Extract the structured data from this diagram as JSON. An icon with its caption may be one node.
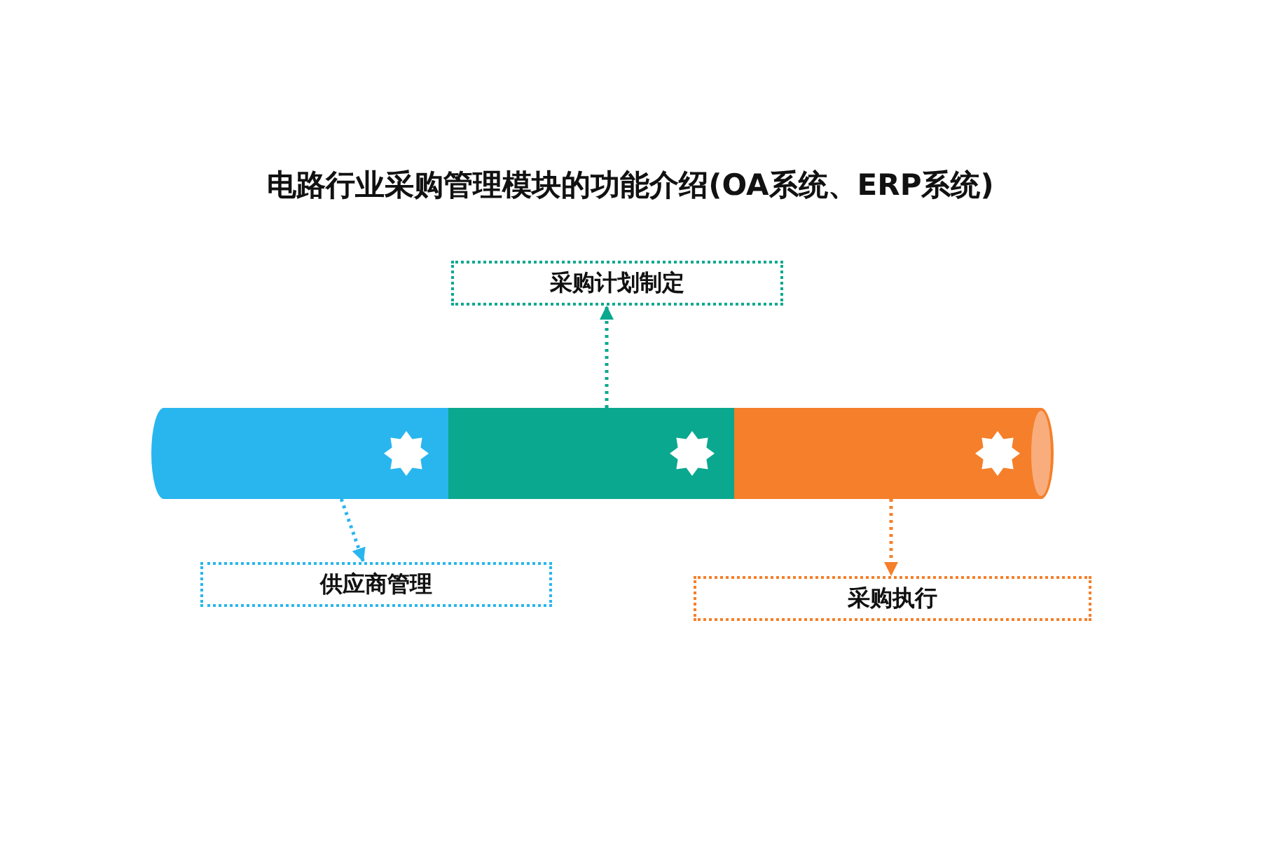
{
  "diagram": {
    "title": "电路行业采购管理模块的功能介绍(OA系统、ERP系统)",
    "nodes": [
      {
        "text": [
          "采购计划制定"
        ]
      },
      {
        "text": [],
        "shape": "cylinder"
      },
      {
        "text": [],
        "shape": "cylinder"
      },
      {
        "text": [],
        "shape": "cylinder"
      },
      {
        "text": [
          "供应商管理"
        ]
      },
      {
        "text": [
          "采购执行"
        ]
      }
    ],
    "edges": [
      {
        "from": 2,
        "to": 0,
        "arrow": "to",
        "style": "dashed",
        "color": "#0aa88f"
      },
      {
        "from": 1,
        "to": 4,
        "arrow": "to",
        "style": "dashed",
        "color": "#29b6ee"
      },
      {
        "from": 3,
        "to": 5,
        "arrow": "to",
        "style": "dashed",
        "color": "#f57f2a"
      }
    ]
  }
}
